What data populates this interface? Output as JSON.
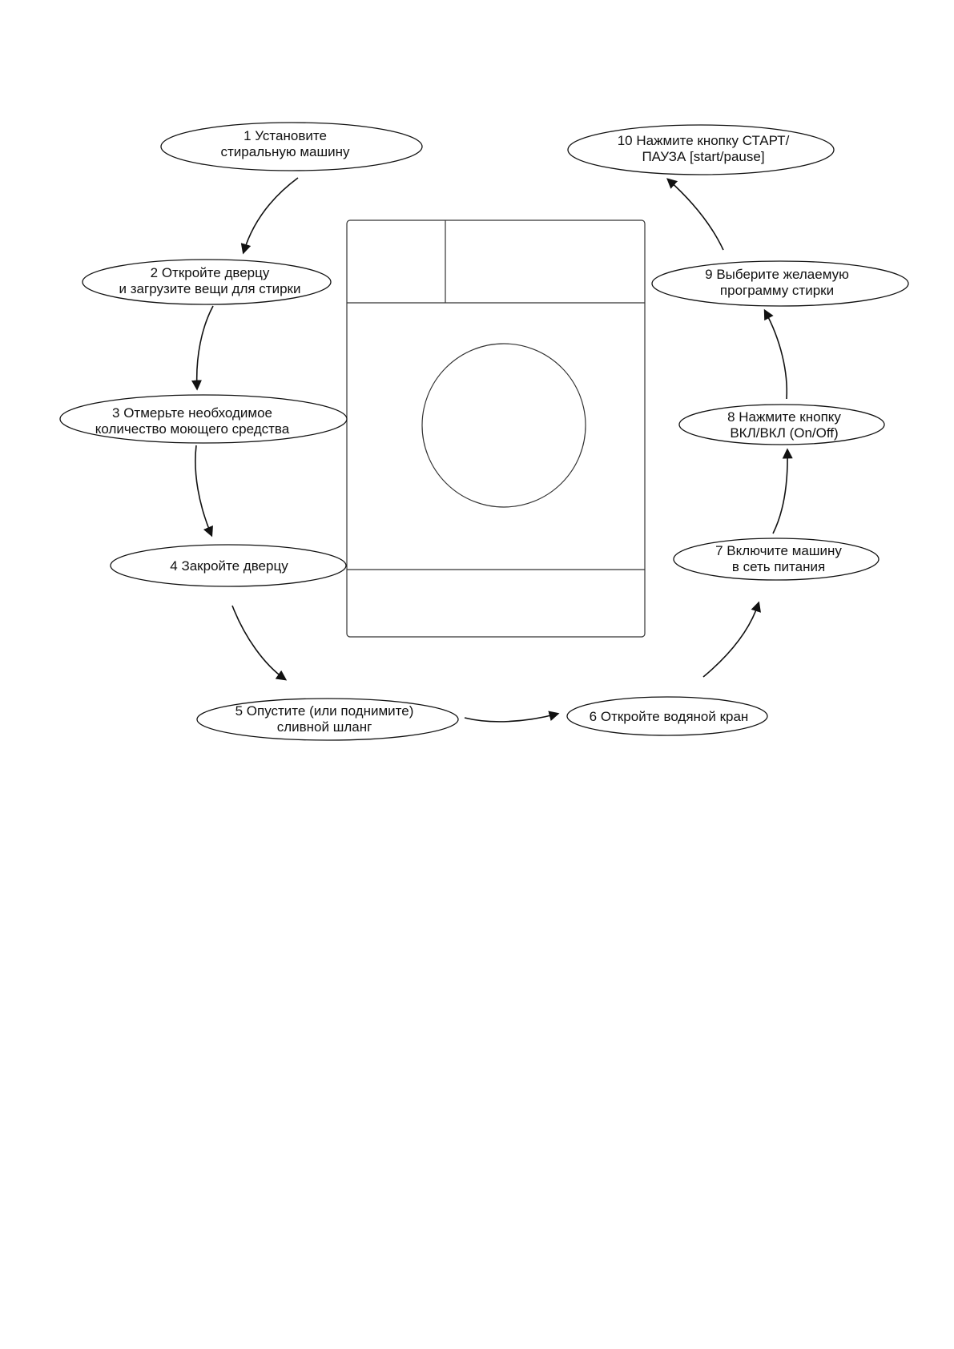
{
  "steps": [
    {
      "lines": [
        "1 Установите",
        "стиральную машину"
      ]
    },
    {
      "lines": [
        "2 Откройте дверцу",
        "и загрузите вещи для стирки"
      ]
    },
    {
      "lines": [
        "3 Отмерьте необходимое",
        "количество моющего средства"
      ]
    },
    {
      "lines": [
        "4 Закройте дверцу"
      ]
    },
    {
      "lines": [
        "5 Опустите (или поднимите)",
        "сливной шланг"
      ]
    },
    {
      "lines": [
        "6 Откройте водяной кран"
      ]
    },
    {
      "lines": [
        "7 Включите машину",
        "в сеть питания"
      ]
    },
    {
      "lines": [
        "8 Нажмите кнопку",
        "ВКЛ/ВКЛ (On/Off)"
      ]
    },
    {
      "lines": [
        "9 Выберите желаемую",
        "программу стирки"
      ]
    },
    {
      "lines": [
        "10 Нажмите кнопку СТАРТ/",
        "ПАУЗА [start/pause]"
      ]
    }
  ],
  "colors": {
    "ink": "#111111",
    "background": "#ffffff"
  },
  "illustration": "washing-machine-outline"
}
